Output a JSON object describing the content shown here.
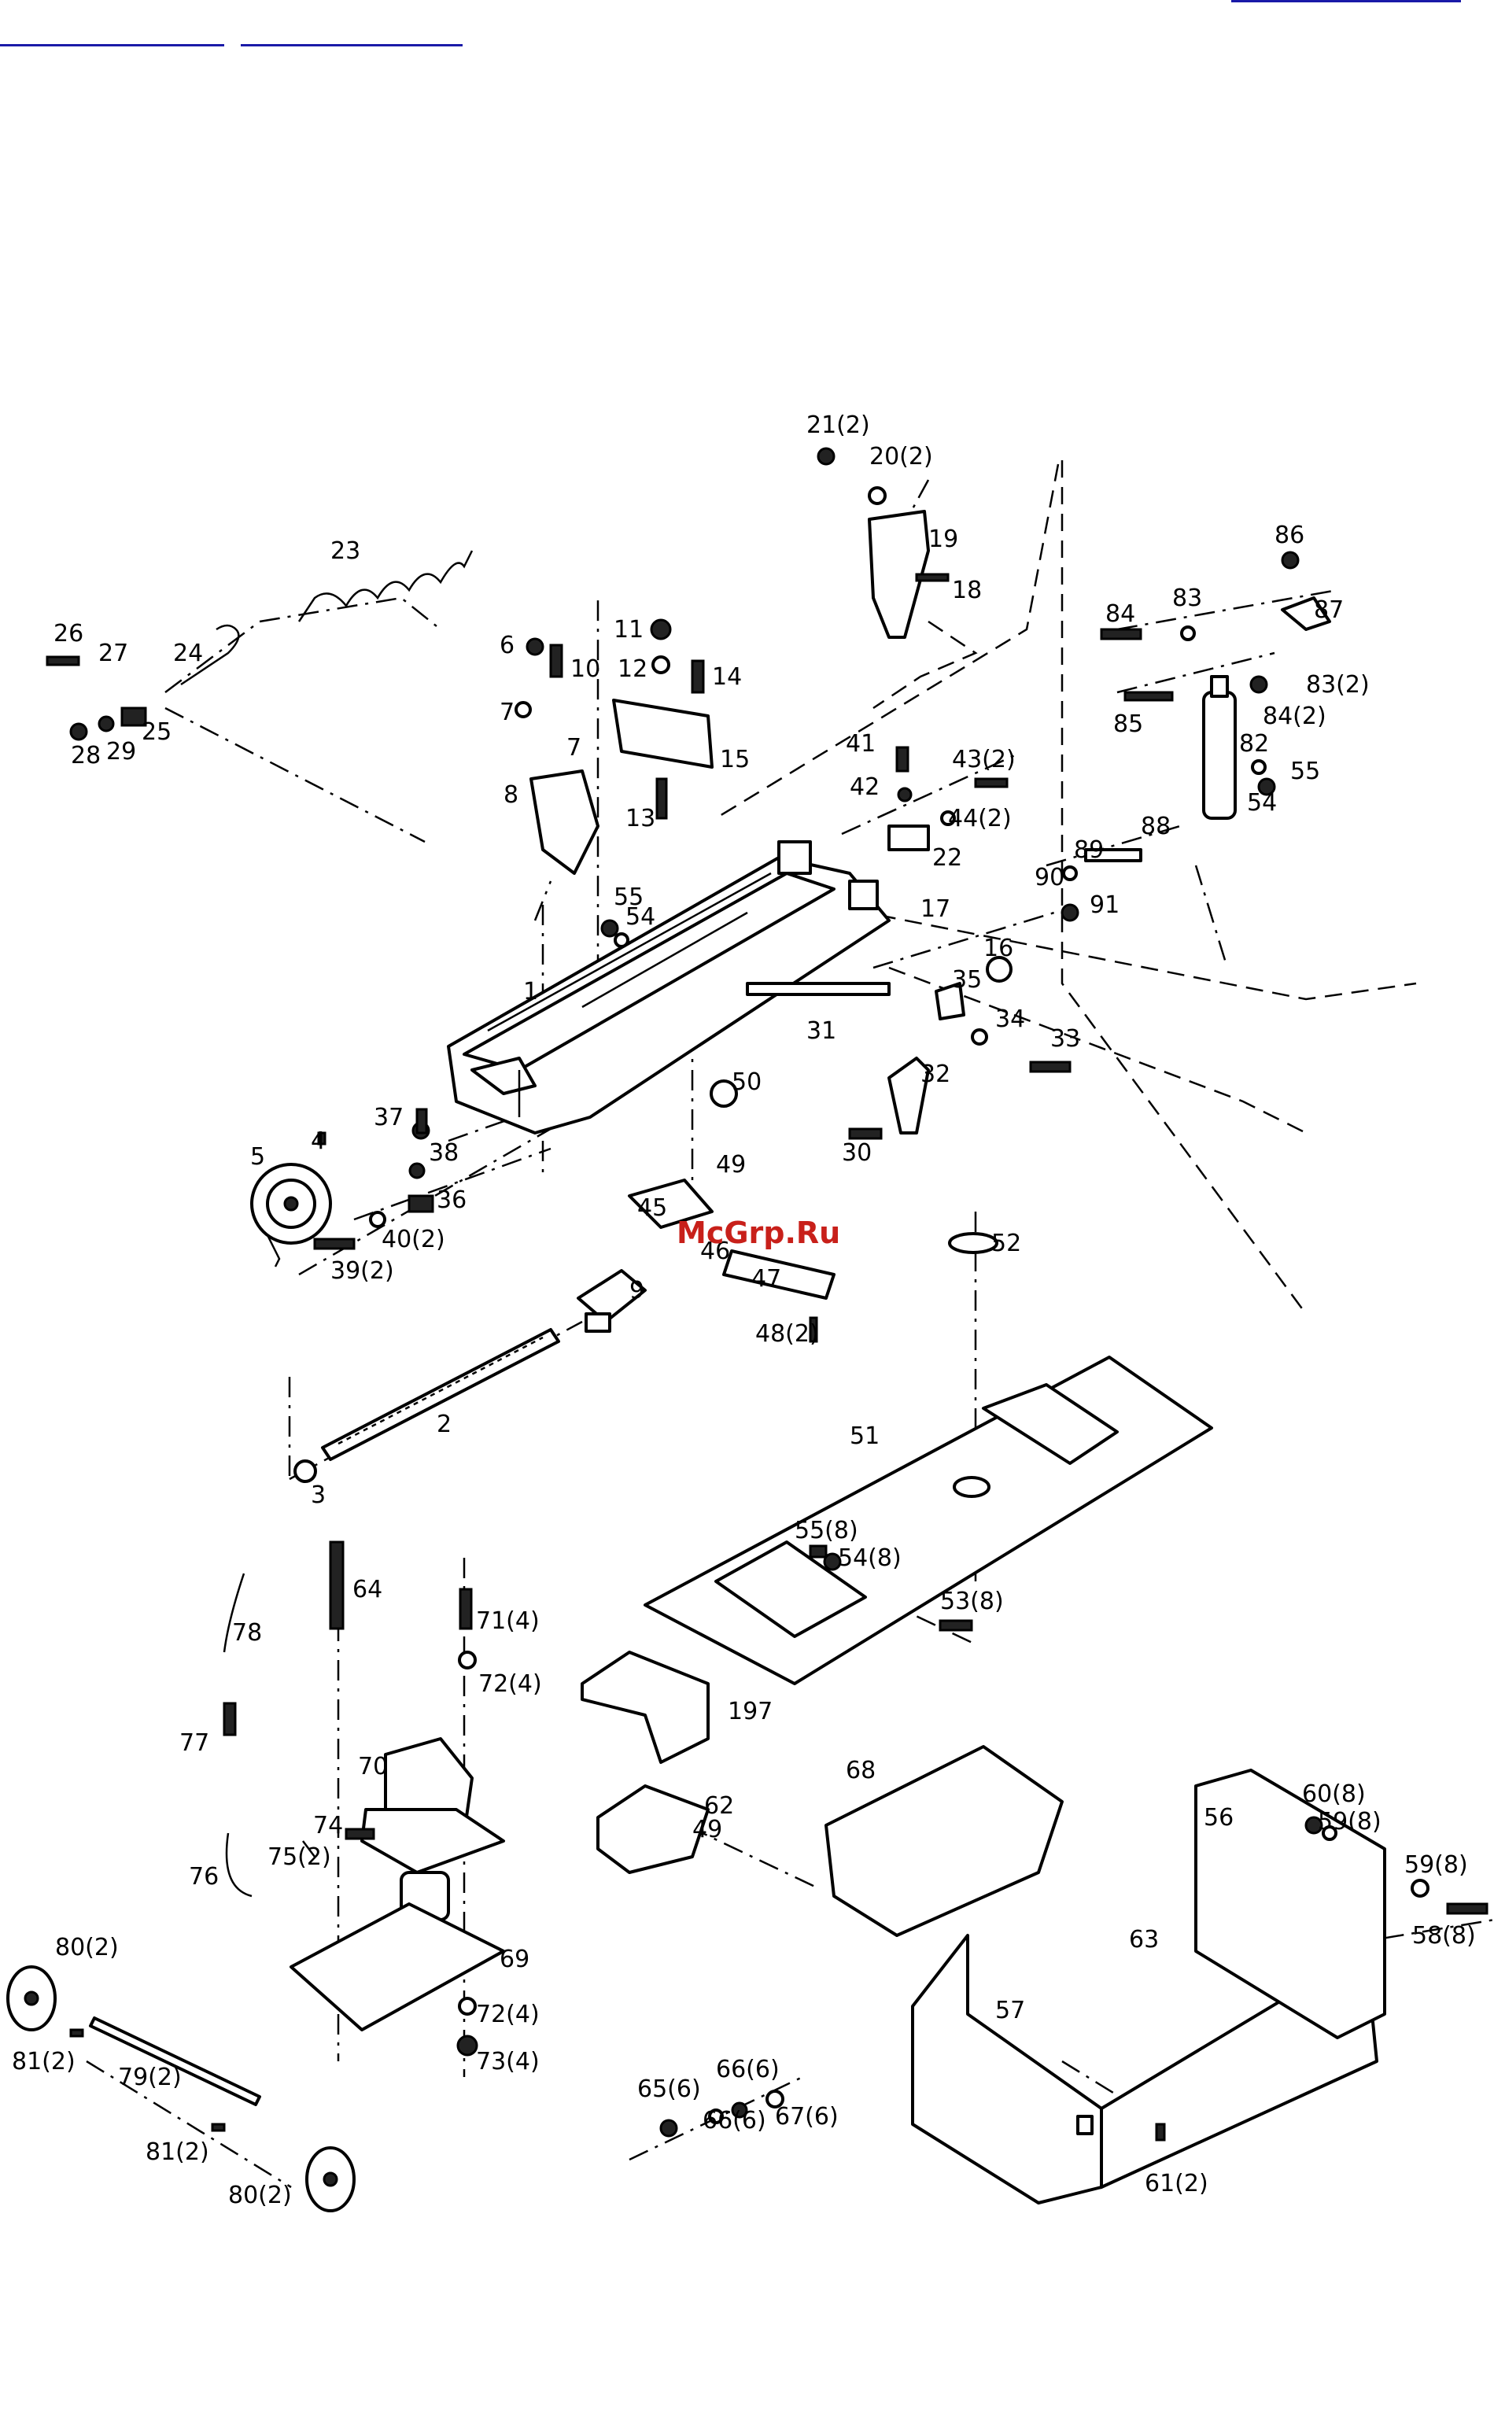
{
  "header": {
    "links": [
      "",
      "",
      ""
    ]
  },
  "watermark": "McGrp.Ru",
  "callouts": [
    {
      "id": "c1",
      "text": "1"
    },
    {
      "id": "c2",
      "text": "2"
    },
    {
      "id": "c3",
      "text": "3"
    },
    {
      "id": "c4",
      "text": "4"
    },
    {
      "id": "c5",
      "text": "5"
    },
    {
      "id": "c6",
      "text": "6"
    },
    {
      "id": "c7a",
      "text": "7"
    },
    {
      "id": "c7b",
      "text": "7"
    },
    {
      "id": "c8",
      "text": "8"
    },
    {
      "id": "c9",
      "text": "9"
    },
    {
      "id": "c10",
      "text": "10"
    },
    {
      "id": "c11",
      "text": "11"
    },
    {
      "id": "c12",
      "text": "12"
    },
    {
      "id": "c13",
      "text": "13"
    },
    {
      "id": "c14",
      "text": "14"
    },
    {
      "id": "c15",
      "text": "15"
    },
    {
      "id": "c16",
      "text": "16"
    },
    {
      "id": "c17",
      "text": "17"
    },
    {
      "id": "c18",
      "text": "18"
    },
    {
      "id": "c19",
      "text": "19"
    },
    {
      "id": "c20",
      "text": "20(2)"
    },
    {
      "id": "c21",
      "text": "21(2)"
    },
    {
      "id": "c22",
      "text": "22"
    },
    {
      "id": "c23",
      "text": "23"
    },
    {
      "id": "c24",
      "text": "24"
    },
    {
      "id": "c25",
      "text": "25"
    },
    {
      "id": "c26",
      "text": "26"
    },
    {
      "id": "c27",
      "text": "27"
    },
    {
      "id": "c28",
      "text": "28"
    },
    {
      "id": "c29",
      "text": "29"
    },
    {
      "id": "c30",
      "text": "30"
    },
    {
      "id": "c31",
      "text": "31"
    },
    {
      "id": "c32",
      "text": "32"
    },
    {
      "id": "c33",
      "text": "33"
    },
    {
      "id": "c34",
      "text": "34"
    },
    {
      "id": "c35",
      "text": "35"
    },
    {
      "id": "c36",
      "text": "36"
    },
    {
      "id": "c37",
      "text": "37"
    },
    {
      "id": "c38",
      "text": "38"
    },
    {
      "id": "c39",
      "text": "39(2)"
    },
    {
      "id": "c40",
      "text": "40(2)"
    },
    {
      "id": "c41",
      "text": "41"
    },
    {
      "id": "c42",
      "text": "42"
    },
    {
      "id": "c43",
      "text": "43(2)"
    },
    {
      "id": "c44",
      "text": "44(2)"
    },
    {
      "id": "c45",
      "text": "45"
    },
    {
      "id": "c46",
      "text": "46"
    },
    {
      "id": "c47",
      "text": "47"
    },
    {
      "id": "c48",
      "text": "48(2)"
    },
    {
      "id": "c49a",
      "text": "49"
    },
    {
      "id": "c49b",
      "text": "49"
    },
    {
      "id": "c50",
      "text": "50"
    },
    {
      "id": "c51",
      "text": "51"
    },
    {
      "id": "c52",
      "text": "52"
    },
    {
      "id": "c53",
      "text": "53(8)"
    },
    {
      "id": "c54a",
      "text": "54"
    },
    {
      "id": "c54b",
      "text": "54"
    },
    {
      "id": "c54c",
      "text": "54(8)"
    },
    {
      "id": "c55a",
      "text": "55"
    },
    {
      "id": "c55b",
      "text": "55"
    },
    {
      "id": "c55c",
      "text": "55(8)"
    },
    {
      "id": "c56",
      "text": "56"
    },
    {
      "id": "c57",
      "text": "57"
    },
    {
      "id": "c58",
      "text": "58(8)"
    },
    {
      "id": "c59a",
      "text": "59(8)"
    },
    {
      "id": "c59b",
      "text": "59(8)"
    },
    {
      "id": "c60",
      "text": "60(8)"
    },
    {
      "id": "c61",
      "text": "61(2)"
    },
    {
      "id": "c62",
      "text": "62"
    },
    {
      "id": "c63",
      "text": "63"
    },
    {
      "id": "c64",
      "text": "64"
    },
    {
      "id": "c65",
      "text": "65(6)"
    },
    {
      "id": "c66a",
      "text": "66(6)"
    },
    {
      "id": "c66b",
      "text": "66(6)"
    },
    {
      "id": "c67",
      "text": "67(6)"
    },
    {
      "id": "c68",
      "text": "68"
    },
    {
      "id": "c69",
      "text": "69"
    },
    {
      "id": "c70",
      "text": "70"
    },
    {
      "id": "c71",
      "text": "71(4)"
    },
    {
      "id": "c72a",
      "text": "72(4)"
    },
    {
      "id": "c72b",
      "text": "72(4)"
    },
    {
      "id": "c73",
      "text": "73(4)"
    },
    {
      "id": "c74",
      "text": "74"
    },
    {
      "id": "c75",
      "text": "75(2)"
    },
    {
      "id": "c76",
      "text": "76"
    },
    {
      "id": "c77",
      "text": "77"
    },
    {
      "id": "c78",
      "text": "78"
    },
    {
      "id": "c79",
      "text": "79(2)"
    },
    {
      "id": "c80a",
      "text": "80(2)"
    },
    {
      "id": "c80b",
      "text": "80(2)"
    },
    {
      "id": "c81a",
      "text": "81(2)"
    },
    {
      "id": "c81b",
      "text": "81(2)"
    },
    {
      "id": "c82",
      "text": "82"
    },
    {
      "id": "c83a",
      "text": "83"
    },
    {
      "id": "c83b",
      "text": "83(2)"
    },
    {
      "id": "c84a",
      "text": "84"
    },
    {
      "id": "c84b",
      "text": "84(2)"
    },
    {
      "id": "c85",
      "text": "85"
    },
    {
      "id": "c86",
      "text": "86"
    },
    {
      "id": "c87",
      "text": "87"
    },
    {
      "id": "c88",
      "text": "88"
    },
    {
      "id": "c89",
      "text": "89"
    },
    {
      "id": "c90",
      "text": "90"
    },
    {
      "id": "c91",
      "text": "91"
    },
    {
      "id": "c197",
      "text": "197"
    }
  ]
}
